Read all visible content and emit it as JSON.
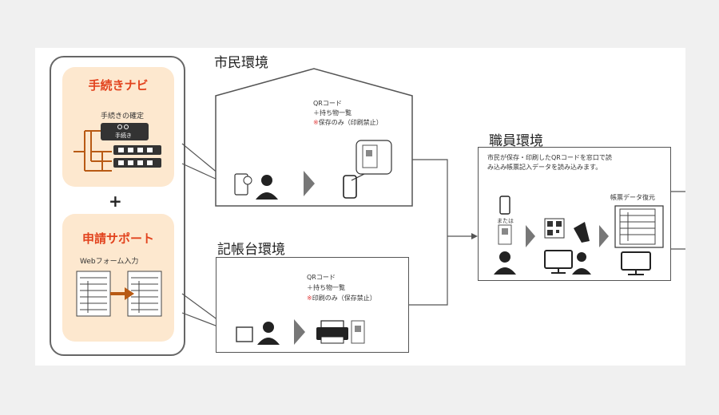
{
  "left_panel": {
    "navi_title": "手続きナビ",
    "navi_sub": "手続きの確定",
    "navi_node_label": "手続き",
    "plus": "+",
    "support_title": "申請サポート",
    "support_sub": "Webフォーム入力"
  },
  "citizen": {
    "title": "市民環境",
    "qr_line1": "QRコード",
    "qr_line2": "＋持ち物一覧",
    "mark": "※",
    "qr_line3": "保存のみ（印刷禁止）"
  },
  "counter": {
    "title": "記帳台環境",
    "qr_line1": "QRコード",
    "qr_line2": "＋持ち物一覧",
    "mark": "※",
    "qr_line3": "印刷のみ（保存禁止）"
  },
  "staff": {
    "title": "職員環境",
    "desc_line1": "市民が保存・印刷したQRコードを窓口で読",
    "desc_line2": "み込み帳票記入データを読み込みます。",
    "or_label": "または",
    "restore_label": "帳票データ復元"
  },
  "colors": {
    "accent_red": "#e2431e",
    "card_bg": "#fde8cf",
    "arrow_gray": "#777777",
    "tree_orange": "#b85a14"
  }
}
